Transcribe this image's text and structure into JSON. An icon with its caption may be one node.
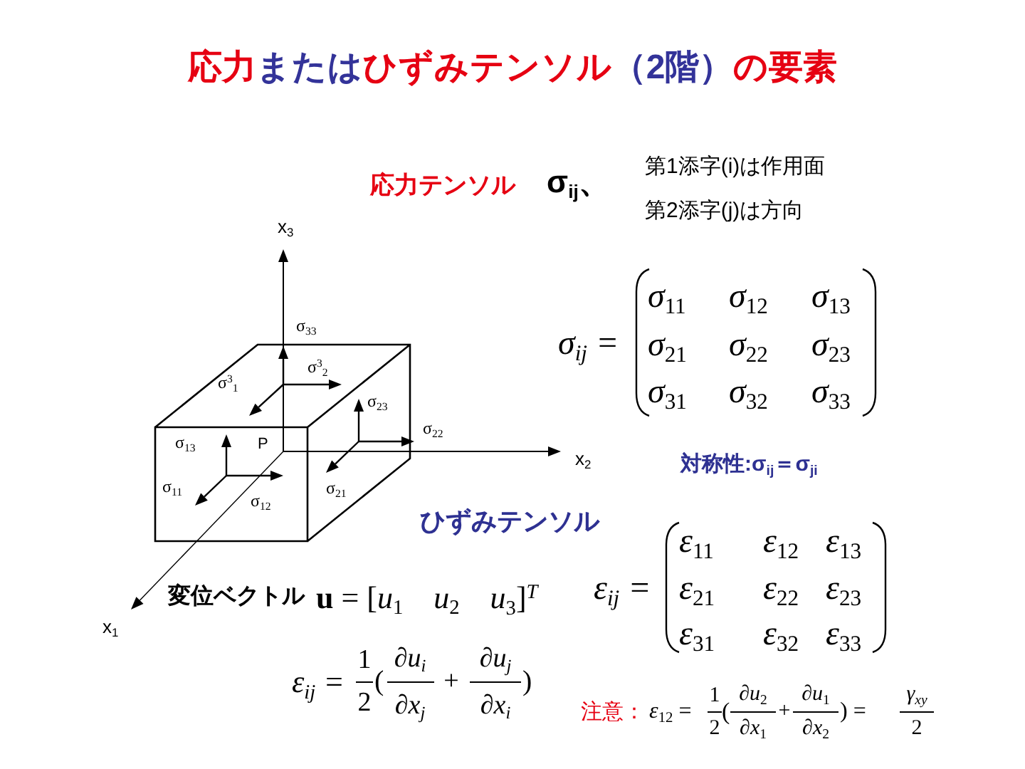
{
  "diagram": {
    "title": "応力またはひずみテンソル（2階）の要素",
    "labels": [
      "応力テンソル",
      "σ$_{ij}$、",
      "第1添字(i)は作用面",
      "第2添字(j)は方向",
      "x$_{3}$",
      "σ$_{33}$",
      "σ$^{3}$$_{2}$",
      "σ$^{3}$$_{1}$",
      "σ$_{23}$",
      "σ$_{22}$",
      "σ$_{13}$",
      "P",
      "σ$_{11}$",
      "σ$_{12}$",
      "σ$_{21}$",
      "x$_{2}$",
      "x$_{1}$",
      "σ$_{ij}$ =",
      "*σ*$_{11}$",
      "*σ*$_{12}$",
      "*σ*$_{13}$",
      "*σ*$_{21}$",
      "*σ*$_{22}$",
      "*σ*$_{23}$",
      "*σ*$_{31}$",
      "*σ*$_{32}$",
      "*σ*$_{33}$",
      "対称性:σ$_{ij}$＝σ$_{ji}$",
      "ひずみテンソル",
      "ε$_{ij}$ =",
      "*ε*$_{11}$",
      "*ε*$_{12}$",
      "*ε*$_{13}$",
      "*ε*$_{21}$",
      "*ε*$_{22}$",
      "*ε*$_{23}$",
      "*ε*$_{31}$",
      "*ε*$_{32}$",
      "*ε*$_{33}$",
      "変位ベクトル",
      "**u** = [*u*$_{1}$ *u*$_{2}$ *u*$_{3}$]$^{T}$",
      "ε$_{ij}$ =",
      "1",
      "2",
      "(",
      "∂u$_{i}$",
      "∂x$_{j}$",
      "+",
      "∂u$_{j}$",
      "∂x$_{i}$",
      ")",
      "注意：",
      "*ε*$_{12}$ =",
      "1",
      "2",
      "(",
      "∂*u*$_{2}$",
      "∂*x*$_{1}$",
      "+",
      "∂*u*$_{1}$",
      "∂*x*$_{2}$",
      ") =",
      "γ$_{xy}$",
      "2"
    ]
  }
}
